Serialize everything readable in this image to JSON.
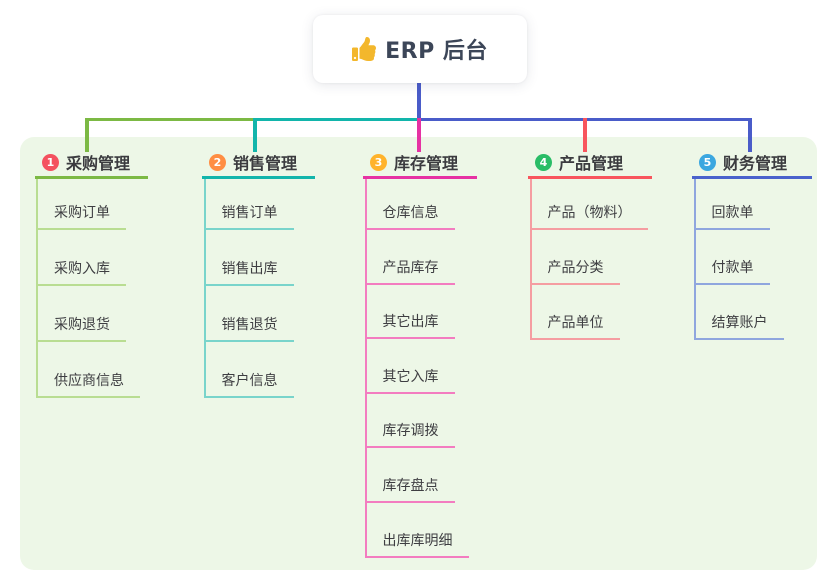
{
  "root": {
    "icon": "thumbs-up-icon",
    "label": "ERP 后台"
  },
  "colors": {
    "background": "#ffffff",
    "panel_bg": "#edf7e7",
    "root_connector": "#4a5cc9",
    "root_text": "#3c4658",
    "node_text": "#3e3e42",
    "badge_text": "#ffffff",
    "thumb_icon": "#f3b72c"
  },
  "branches": [
    {
      "number": "1",
      "label": "采购管理",
      "badge_color": "#f4515f",
      "line_color": "#7cb944",
      "child_line_color": "#b9dd92",
      "children": [
        "采购订单",
        "采购入库",
        "采购退货",
        "供应商信息"
      ]
    },
    {
      "number": "2",
      "label": "销售管理",
      "badge_color": "#ff8e43",
      "line_color": "#12b5ab",
      "child_line_color": "#79d4cb",
      "children": [
        "销售订单",
        "销售出库",
        "销售退货",
        "客户信息"
      ]
    },
    {
      "number": "3",
      "label": "库存管理",
      "badge_color": "#ffb32b",
      "line_color": "#e632a3",
      "child_line_color": "#f37cc0",
      "children": [
        "仓库信息",
        "产品库存",
        "其它出库",
        "其它入库",
        "库存调拨",
        "库存盘点",
        "出库库明细"
      ]
    },
    {
      "number": "4",
      "label": "产品管理",
      "badge_color": "#2abd67",
      "line_color": "#f8555d",
      "child_line_color": "#f59da1",
      "children": [
        "产品（物料）",
        "产品分类",
        "产品单位"
      ]
    },
    {
      "number": "5",
      "label": "财务管理",
      "badge_color": "#3ba7e0",
      "line_color": "#4a62cc",
      "child_line_color": "#8fa6de",
      "children": [
        "回款单",
        "付款单",
        "结算账户"
      ]
    }
  ]
}
